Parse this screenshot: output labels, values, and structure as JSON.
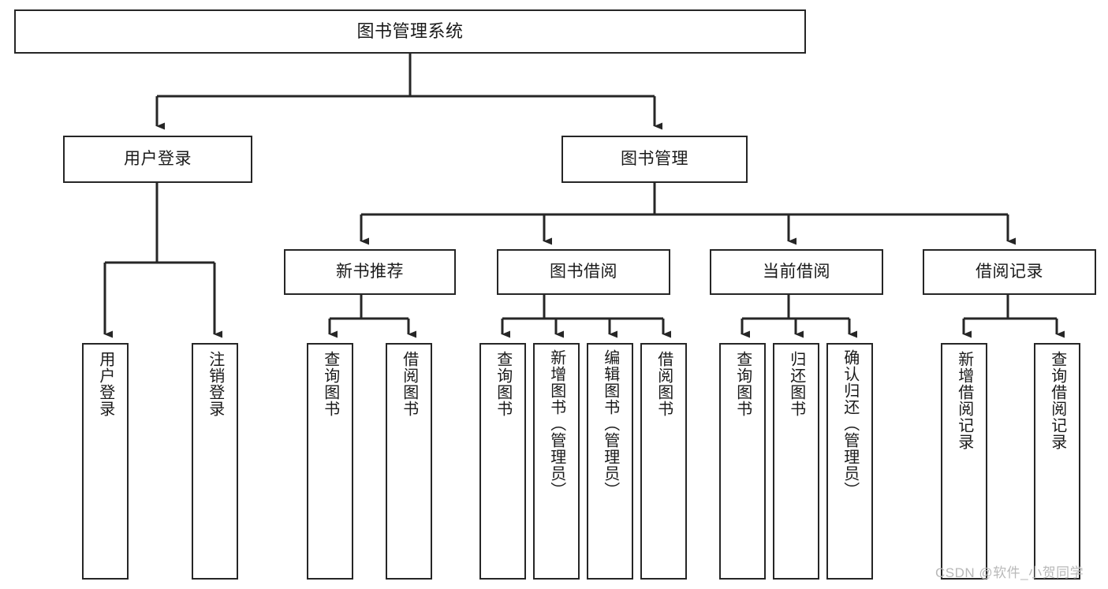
{
  "diagram": {
    "type": "tree-hierarchy",
    "title": "图书管理系统",
    "nodes": {
      "root": {
        "label": "图书管理系统"
      },
      "level1": [
        {
          "id": "user-login",
          "label": "用户登录"
        },
        {
          "id": "book-management",
          "label": "图书管理"
        }
      ],
      "level2": [
        {
          "id": "new-book-recommend",
          "label": "新书推荐"
        },
        {
          "id": "book-borrow",
          "label": "图书借阅"
        },
        {
          "id": "current-borrow",
          "label": "当前借阅"
        },
        {
          "id": "borrow-record",
          "label": "借阅记录"
        }
      ],
      "leaves": {
        "user-login": [
          {
            "id": "leaf-user-login",
            "label": "用户登录"
          },
          {
            "id": "leaf-logout-login",
            "label": "注销登录"
          }
        ],
        "new-book-recommend": [
          {
            "id": "leaf-query-book-1",
            "label": "查询图书"
          },
          {
            "id": "leaf-borrow-book-1",
            "label": "借阅图书"
          }
        ],
        "book-borrow": [
          {
            "id": "leaf-query-book-2",
            "label": "查询图书"
          },
          {
            "id": "leaf-add-book",
            "label": "新增图书（管理员）"
          },
          {
            "id": "leaf-edit-book",
            "label": "编辑图书（管理员）"
          },
          {
            "id": "leaf-borrow-book-2",
            "label": "借阅图书"
          }
        ],
        "current-borrow": [
          {
            "id": "leaf-query-book-3",
            "label": "查询图书"
          },
          {
            "id": "leaf-return-book",
            "label": "归还图书"
          },
          {
            "id": "leaf-confirm-return",
            "label": "确认归还（管理员）"
          }
        ],
        "borrow-record": [
          {
            "id": "leaf-add-record",
            "label": "新增借阅记录"
          },
          {
            "id": "leaf-query-record",
            "label": "查询借阅记录"
          }
        ]
      }
    },
    "colors": {
      "border": "#262626",
      "text": "#1a1a1a",
      "background": "#ffffff",
      "connector": "#262626",
      "watermark": "#b9b9b9"
    }
  },
  "watermark": {
    "text": "CSDN @软件_小贺同学"
  }
}
